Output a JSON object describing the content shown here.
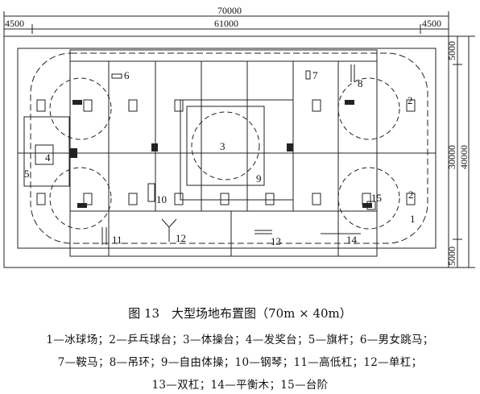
{
  "dims": {
    "total_width": "70000",
    "left_margin": "4500",
    "inner_width": "61000",
    "right_margin": "4500",
    "right_top": "5000",
    "right_mid": "30000",
    "right_total": "40000",
    "right_bottom": "5000"
  },
  "plan_labels": [
    "1",
    "2",
    "2",
    "3",
    "4",
    "5",
    "6",
    "7",
    "8",
    "9",
    "10",
    "11",
    "12",
    "13",
    "14",
    "15"
  ],
  "caption": "图 13　大型场地布置图（70m × 40m）",
  "legend": [
    "1—冰球场；2—乒乓球台；3—体操台；4—发奖台；5—旗杆；6—男女跳马；",
    "7—鞍马；8—吊环；9—自由体操；10—钢琴；11—高低杠；12—单杠；",
    "13—双杠；14—平衡木；15—台阶"
  ]
}
